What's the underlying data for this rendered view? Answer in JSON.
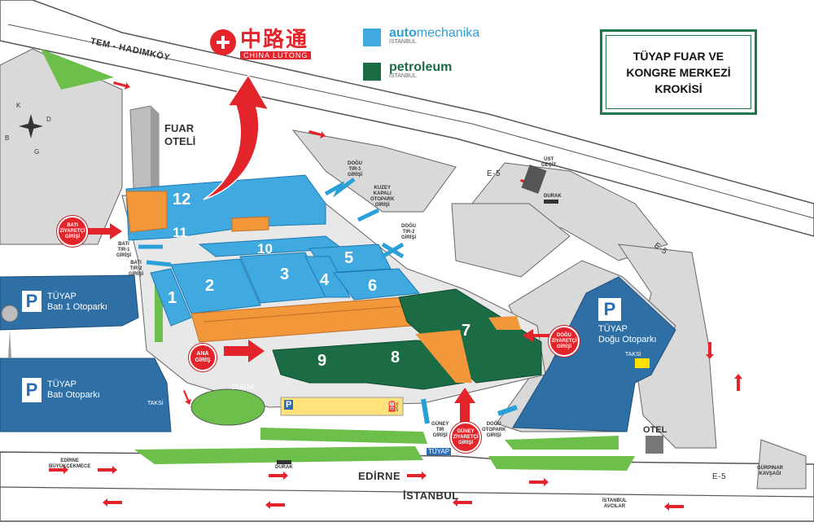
{
  "title": {
    "line1": "TÜYAP FUAR VE",
    "line2": "KONGRE MERKEZİ",
    "line3": "KROKİSİ"
  },
  "logos": {
    "chinalutong_cn": "中路通",
    "chinalutong_en": "CHINA LUTONG",
    "automechanika_a": "auto",
    "automechanika_b": "mechanika",
    "automechanika_city": "ISTANBUL",
    "petroleum": "petroleum",
    "petroleum_city": "ISTANBUL"
  },
  "roads": {
    "tem": "TEM - HADIMKÖY",
    "edirne": "EDİRNE",
    "istanbul": "İSTANBUL",
    "e5_top": "E-5",
    "e5_right": "E-5",
    "e5_bottom": "E-5",
    "edirne_buyukcekmece_1": "EDİRNE",
    "edirne_buyukcekmece_2": "BÜYÜKÇEKMECE",
    "istanbul_avcilar_1": "İSTANBUL",
    "istanbul_avcilar_2": "AVCILAR",
    "gurpinar_1": "GÜRPINAR",
    "gurpinar_2": "KAVŞAĞI",
    "ust_gecit_1": "ÜST",
    "ust_gecit_2": "GEÇİT"
  },
  "compass": {
    "k": "K",
    "d": "D",
    "g": "G",
    "b": "B"
  },
  "hotel": {
    "line1": "FUAR",
    "line2": "OTELİ"
  },
  "halls": [
    "1",
    "2",
    "3",
    "4",
    "5",
    "6",
    "7",
    "8",
    "9",
    "10",
    "11",
    "12"
  ],
  "parking": {
    "p_letter": "P",
    "bati1_1": "TÜYAP",
    "bati1_2": "Batı 1 Otoparkı",
    "bati_1": "TÜYAP",
    "bati_2": "Batı Otoparkı",
    "dogu_1": "TÜYAP",
    "dogu_2": "Doğu Otoparkı"
  },
  "entrances": {
    "bati_ziyaretci": [
      "BATI",
      "ZİYARETÇİ",
      "GİRİŞİ"
    ],
    "ana_giris": [
      "ANA",
      "GİRİŞ"
    ],
    "guney_ziyaretci": [
      "GÜNEY",
      "ZİYARETÇİ",
      "GİRİŞİ"
    ],
    "dogu_ziyaretci": [
      "DOĞU",
      "ZİYARETÇİ",
      "GİRİŞİ"
    ]
  },
  "gates": {
    "dogu_tir1": [
      "DOĞU",
      "TIR-1",
      "GİRİŞİ"
    ],
    "kuzey_otopark": [
      "KUZEY",
      "KAPALI",
      "OTOPARK",
      "GİRİŞİ"
    ],
    "dogu_tir2": [
      "DOĞU",
      "TIR-2",
      "GİRİŞİ"
    ],
    "bati_tir1": [
      "BATI",
      "TIR-1",
      "GİRİŞİ"
    ],
    "bati_tir2": [
      "BATI",
      "TIR-2",
      "GİRİŞİ"
    ],
    "guney_tir": [
      "GÜNEY",
      "TIR",
      "GİRİŞİ"
    ],
    "dogu_otopark": [
      "DOĞU",
      "OTOPARK",
      "GİRİŞİ"
    ]
  },
  "misc": {
    "durak_top": "DURAK",
    "durak_mid": "DURAK",
    "durak_bottom": "DURAK",
    "taksi_left": "TAKSİ",
    "taksi_right": "TAKSİ",
    "otel": "OTEL",
    "tuyap_sign": "TÜYAP",
    "p_small": "P",
    "gas_pump": "⛽"
  },
  "colors": {
    "hall_blue": "#3fa9e0",
    "hall_green": "#1b6b45",
    "hall_orange": "#f2973a",
    "grass": "#6dbf4b",
    "road_grey": "#d9d9d9",
    "arrow_red": "#e3242b",
    "arrow_blue": "#2a9fd8",
    "parking_blue": "#2e6fa6"
  }
}
